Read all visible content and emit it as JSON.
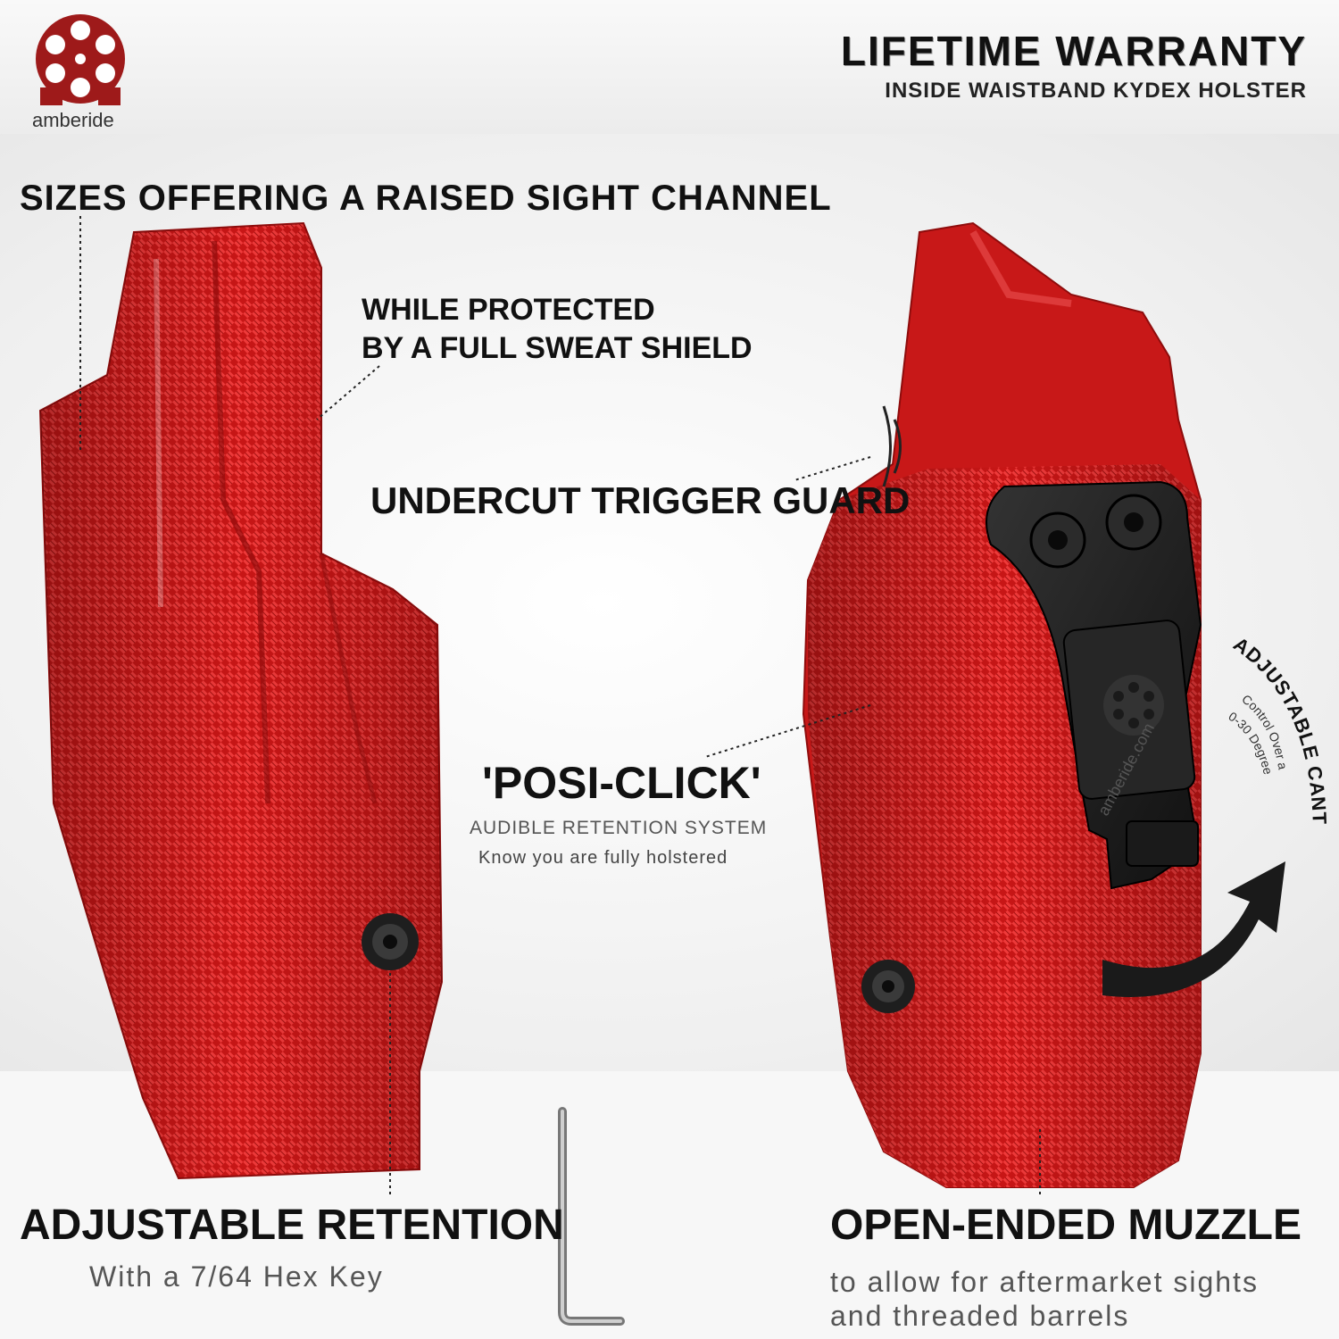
{
  "brand": {
    "name": "amberide",
    "clip_logo_text": "amberide.com"
  },
  "header": {
    "title": "LIFETIME WARRANTY",
    "subtitle": "INSIDE WAISTBAND KYDEX HOLSTER"
  },
  "features": {
    "sight_channel": "SIZES OFFERING A RAISED SIGHT CHANNEL",
    "sweat_shield_line1": "WHILE PROTECTED",
    "sweat_shield_line2": "BY A FULL SWEAT SHIELD",
    "trigger_guard": "UNDERCUT TRIGGER GUARD",
    "posi_click": "'POSI-CLICK'",
    "posi_click_sub1": "AUDIBLE RETENTION SYSTEM",
    "posi_click_sub2": "Know you are fully holstered",
    "adjustable_cant": "ADJUSTABLE CANT",
    "cant_sub1": "Control Over a",
    "cant_sub2": "0-30 Degree",
    "retention": "ADJUSTABLE RETENTION",
    "retention_sub": "With a 7/64 Hex Key",
    "muzzle": "OPEN-ENDED MUZZLE",
    "muzzle_sub1": "to allow for aftermarket sights",
    "muzzle_sub2": "and threaded barrels"
  },
  "colors": {
    "holster_red": "#d11a1a",
    "clip_black": "#1c1c1c",
    "logo_red": "#9e1a1a"
  },
  "icons": [
    "brand-logo-icon",
    "screw-icon",
    "belt-clip-icon",
    "curved-arrow-icon",
    "hex-key-icon"
  ]
}
